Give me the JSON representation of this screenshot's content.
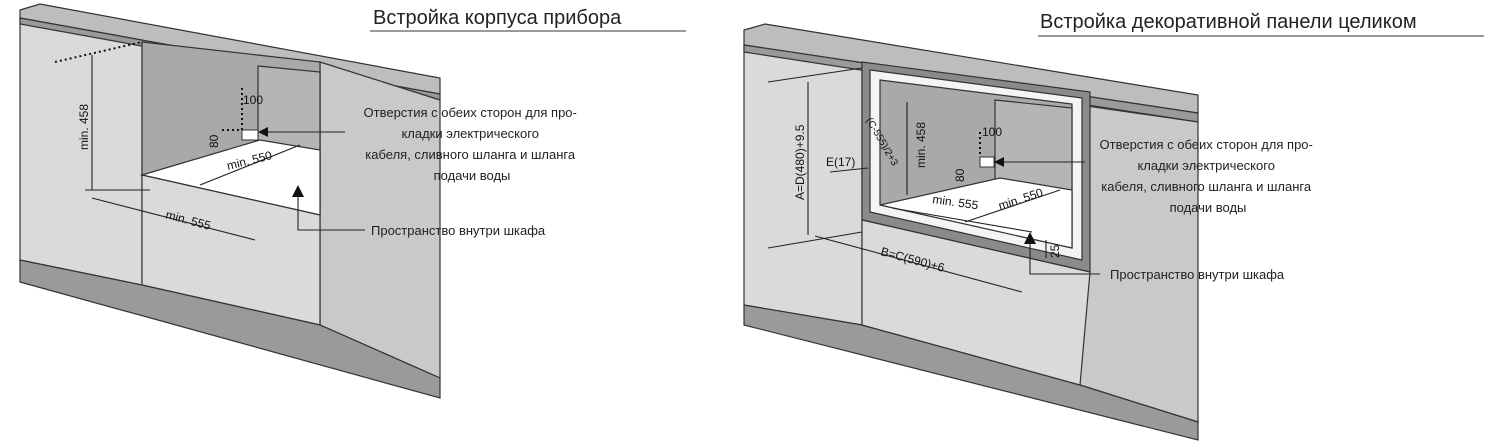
{
  "left": {
    "title": "Встройка корпуса прибора",
    "dims": {
      "height": "min. 458",
      "depth": "min. 550",
      "width": "min. 555",
      "hole_w": "100",
      "hole_h": "80"
    },
    "note_holes": [
      "Отверстия с обеих сторон для про-",
      "кладки электрического",
      "кабеля, сливного шланга и шланга",
      "подачи воды"
    ],
    "note_space": "Пространство внутри шкафа"
  },
  "right": {
    "title": "Встройка декоративной панели целиком",
    "dims": {
      "panel_height": "A=D(480)+9.5",
      "frame": "E(17)",
      "offset": "(C-555)/2+3",
      "height": "min. 458",
      "hole_w": "100",
      "hole_h": "80",
      "width": "min. 555",
      "depth": "min. 550",
      "gap": "25",
      "panel_width": "B=C(590)+6"
    },
    "note_holes": [
      "Отверстия с обеих сторон для про-",
      "кладки электрического",
      "кабеля, сливного шланга и шланга",
      "подачи воды"
    ],
    "note_space": "Пространство внутри шкафа"
  }
}
